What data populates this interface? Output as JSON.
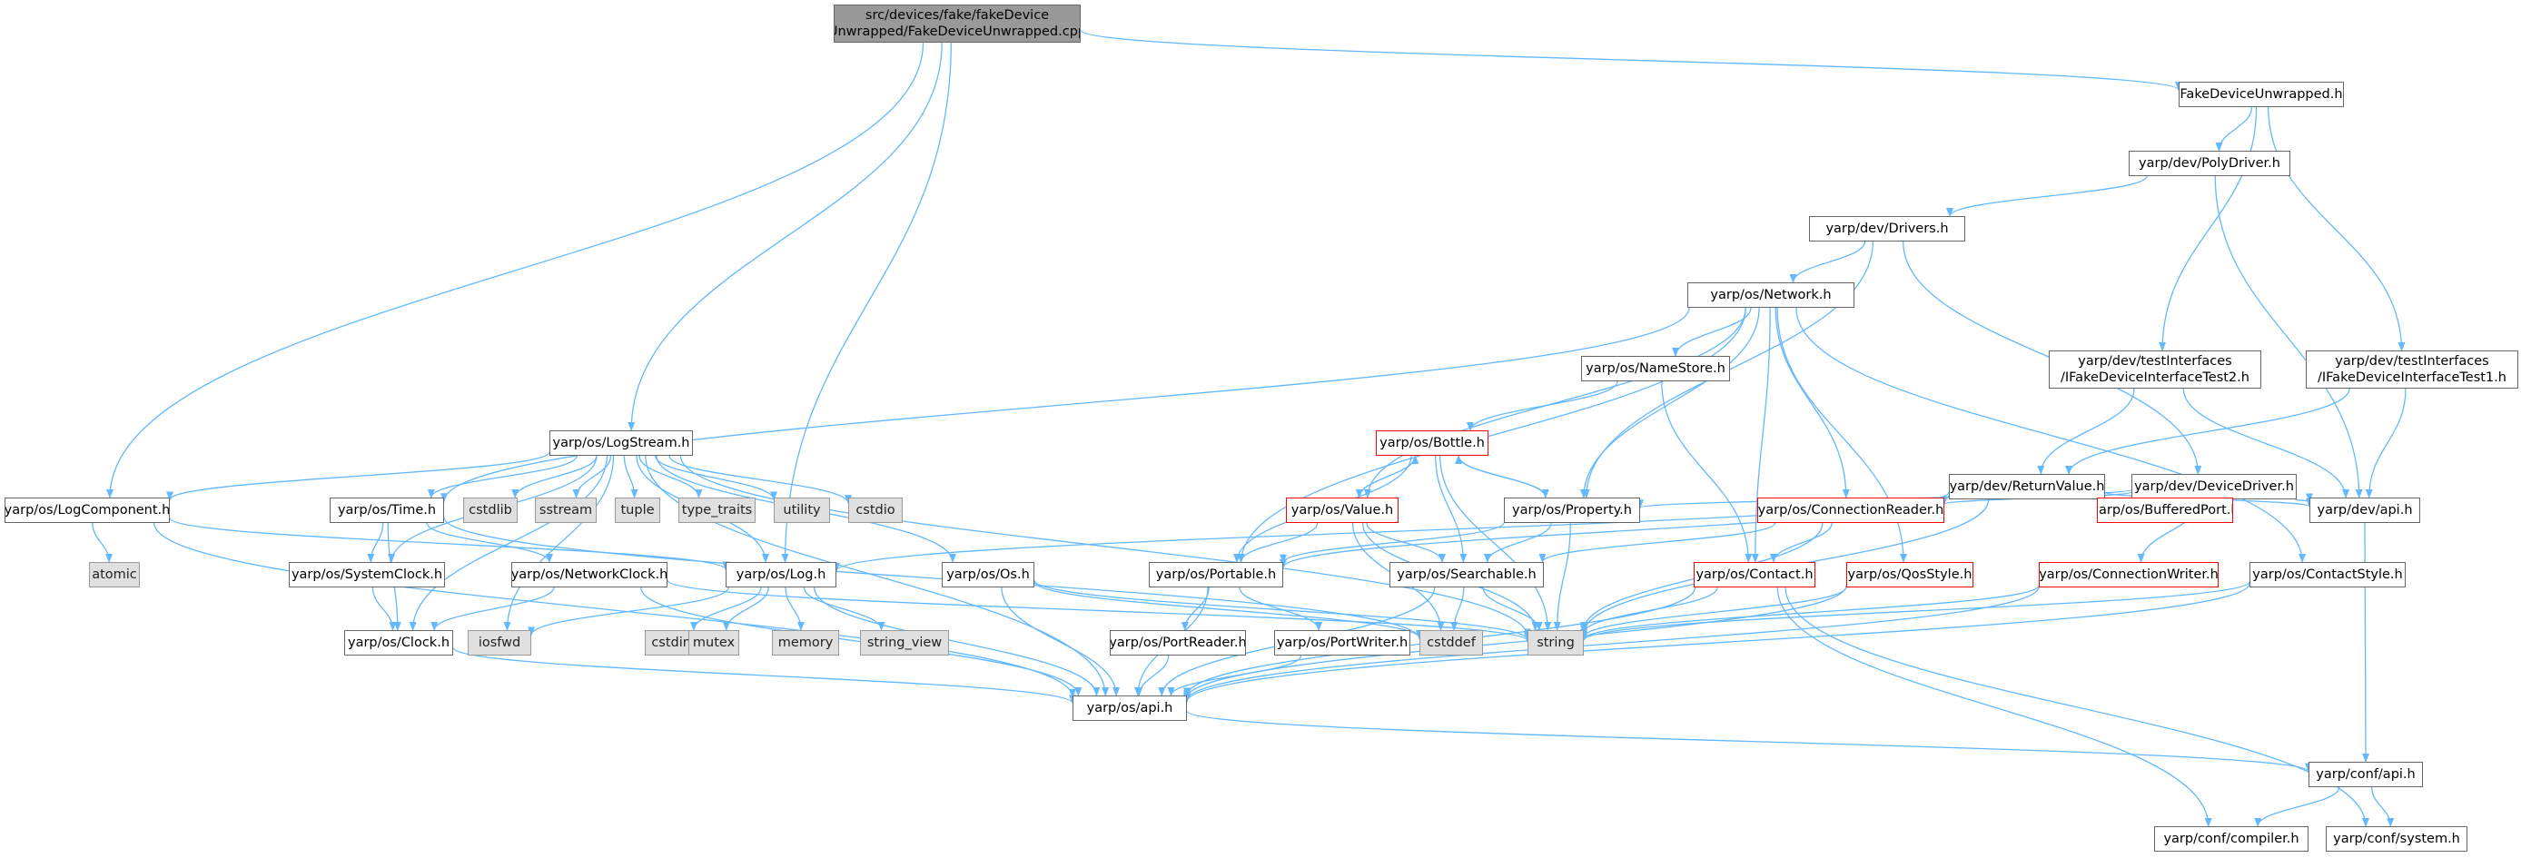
{
  "graph": {
    "edge_color": "#63b8ff",
    "root_fill": "#999999",
    "system_fill": "#e0e0e0",
    "warning_border": "#ff0000",
    "nodes": [
      {
        "id": "root",
        "lines": [
          "src/devices/fake/fakeDevice",
          "Unwrapped/FakeDeviceUnwrapped.cpp"
        ],
        "kind": "root"
      },
      {
        "id": "fdu",
        "lines": [
          "FakeDeviceUnwrapped.h"
        ],
        "kind": "file"
      },
      {
        "id": "polydriver",
        "lines": [
          "yarp/dev/PolyDriver.h"
        ],
        "kind": "file"
      },
      {
        "id": "drivers",
        "lines": [
          "yarp/dev/Drivers.h"
        ],
        "kind": "file"
      },
      {
        "id": "network",
        "lines": [
          "yarp/os/Network.h"
        ],
        "kind": "file"
      },
      {
        "id": "test2",
        "lines": [
          "yarp/dev/testInterfaces",
          "/IFakeDeviceInterfaceTest2.h"
        ],
        "kind": "file"
      },
      {
        "id": "test1",
        "lines": [
          "yarp/dev/testInterfaces",
          "/IFakeDeviceInterfaceTest1.h"
        ],
        "kind": "file"
      },
      {
        "id": "namestore",
        "lines": [
          "yarp/os/NameStore.h"
        ],
        "kind": "file"
      },
      {
        "id": "logstream",
        "lines": [
          "yarp/os/LogStream.h"
        ],
        "kind": "file"
      },
      {
        "id": "bottle",
        "lines": [
          "yarp/os/Bottle.h"
        ],
        "kind": "red"
      },
      {
        "id": "returnvalue",
        "lines": [
          "yarp/dev/ReturnValue.h"
        ],
        "kind": "file"
      },
      {
        "id": "devicedriver",
        "lines": [
          "yarp/dev/DeviceDriver.h"
        ],
        "kind": "file"
      },
      {
        "id": "logcomponent",
        "lines": [
          "yarp/os/LogComponent.h"
        ],
        "kind": "file"
      },
      {
        "id": "time",
        "lines": [
          "yarp/os/Time.h"
        ],
        "kind": "file"
      },
      {
        "id": "cstdlib",
        "lines": [
          "cstdlib"
        ],
        "kind": "sys"
      },
      {
        "id": "sstream",
        "lines": [
          "sstream"
        ],
        "kind": "sys"
      },
      {
        "id": "tuple",
        "lines": [
          "tuple"
        ],
        "kind": "sys"
      },
      {
        "id": "type_traits",
        "lines": [
          "type_traits"
        ],
        "kind": "sys"
      },
      {
        "id": "utility",
        "lines": [
          "utility"
        ],
        "kind": "sys"
      },
      {
        "id": "cstdio",
        "lines": [
          "cstdio"
        ],
        "kind": "sys"
      },
      {
        "id": "value",
        "lines": [
          "yarp/os/Value.h"
        ],
        "kind": "red"
      },
      {
        "id": "property",
        "lines": [
          "yarp/os/Property.h"
        ],
        "kind": "file"
      },
      {
        "id": "connreader",
        "lines": [
          "yarp/os/ConnectionReader.h"
        ],
        "kind": "red"
      },
      {
        "id": "bufferedport",
        "lines": [
          "yarp/os/BufferedPort.h"
        ],
        "kind": "red"
      },
      {
        "id": "devapi",
        "lines": [
          "yarp/dev/api.h"
        ],
        "kind": "file"
      },
      {
        "id": "atomic",
        "lines": [
          "atomic"
        ],
        "kind": "sys"
      },
      {
        "id": "systemclock",
        "lines": [
          "yarp/os/SystemClock.h"
        ],
        "kind": "file"
      },
      {
        "id": "networkclock",
        "lines": [
          "yarp/os/NetworkClock.h"
        ],
        "kind": "file"
      },
      {
        "id": "log",
        "lines": [
          "yarp/os/Log.h"
        ],
        "kind": "file"
      },
      {
        "id": "os",
        "lines": [
          "yarp/os/Os.h"
        ],
        "kind": "file"
      },
      {
        "id": "portable",
        "lines": [
          "yarp/os/Portable.h"
        ],
        "kind": "file"
      },
      {
        "id": "searchable",
        "lines": [
          "yarp/os/Searchable.h"
        ],
        "kind": "file"
      },
      {
        "id": "contact",
        "lines": [
          "yarp/os/Contact.h"
        ],
        "kind": "red"
      },
      {
        "id": "qosstyle",
        "lines": [
          "yarp/os/QosStyle.h"
        ],
        "kind": "red"
      },
      {
        "id": "connwriter",
        "lines": [
          "yarp/os/ConnectionWriter.h"
        ],
        "kind": "red"
      },
      {
        "id": "contactstyle",
        "lines": [
          "yarp/os/ContactStyle.h"
        ],
        "kind": "file"
      },
      {
        "id": "clock",
        "lines": [
          "yarp/os/Clock.h"
        ],
        "kind": "file"
      },
      {
        "id": "iosfwd",
        "lines": [
          "iosfwd"
        ],
        "kind": "sys"
      },
      {
        "id": "cstdint",
        "lines": [
          "cstdint"
        ],
        "kind": "sys"
      },
      {
        "id": "mutex",
        "lines": [
          "mutex"
        ],
        "kind": "sys"
      },
      {
        "id": "memory",
        "lines": [
          "memory"
        ],
        "kind": "sys"
      },
      {
        "id": "string_view",
        "lines": [
          "string_view"
        ],
        "kind": "sys"
      },
      {
        "id": "portreader",
        "lines": [
          "yarp/os/PortReader.h"
        ],
        "kind": "file"
      },
      {
        "id": "portwriter",
        "lines": [
          "yarp/os/PortWriter.h"
        ],
        "kind": "file"
      },
      {
        "id": "cstddef",
        "lines": [
          "cstddef"
        ],
        "kind": "sys"
      },
      {
        "id": "string",
        "lines": [
          "string"
        ],
        "kind": "sys"
      },
      {
        "id": "osapi",
        "lines": [
          "yarp/os/api.h"
        ],
        "kind": "file"
      },
      {
        "id": "confapi",
        "lines": [
          "yarp/conf/api.h"
        ],
        "kind": "file"
      },
      {
        "id": "compiler",
        "lines": [
          "yarp/conf/compiler.h"
        ],
        "kind": "file"
      },
      {
        "id": "system",
        "lines": [
          "yarp/conf/system.h"
        ],
        "kind": "file"
      }
    ],
    "edges": [
      [
        "root",
        "fdu"
      ],
      [
        "root",
        "logstream"
      ],
      [
        "root",
        "log"
      ],
      [
        "root",
        "logcomponent"
      ],
      [
        "fdu",
        "polydriver"
      ],
      [
        "fdu",
        "test2"
      ],
      [
        "fdu",
        "test1"
      ],
      [
        "polydriver",
        "drivers"
      ],
      [
        "polydriver",
        "devapi"
      ],
      [
        "drivers",
        "network"
      ],
      [
        "drivers",
        "property"
      ],
      [
        "drivers",
        "devicedriver"
      ],
      [
        "network",
        "namestore"
      ],
      [
        "network",
        "time"
      ],
      [
        "network",
        "portable"
      ],
      [
        "network",
        "value"
      ],
      [
        "network",
        "property"
      ],
      [
        "network",
        "contact"
      ],
      [
        "network",
        "qosstyle"
      ],
      [
        "network",
        "contactstyle"
      ],
      [
        "network",
        "connreader"
      ],
      [
        "namestore",
        "bottle"
      ],
      [
        "namestore",
        "contact"
      ],
      [
        "test2",
        "returnvalue"
      ],
      [
        "test2",
        "devapi"
      ],
      [
        "test1",
        "returnvalue"
      ],
      [
        "test1",
        "devapi"
      ],
      [
        "returnvalue",
        "log"
      ],
      [
        "returnvalue",
        "portable"
      ],
      [
        "returnvalue",
        "devapi"
      ],
      [
        "returnvalue",
        "string"
      ],
      [
        "devicedriver",
        "property"
      ],
      [
        "devicedriver",
        "connreader"
      ],
      [
        "devicedriver",
        "bufferedport"
      ],
      [
        "devicedriver",
        "connwriter"
      ],
      [
        "devicedriver",
        "devapi"
      ],
      [
        "logstream",
        "logcomponent"
      ],
      [
        "logstream",
        "time"
      ],
      [
        "logstream",
        "cstdlib"
      ],
      [
        "logstream",
        "sstream"
      ],
      [
        "logstream",
        "tuple"
      ],
      [
        "logstream",
        "type_traits"
      ],
      [
        "logstream",
        "utility"
      ],
      [
        "logstream",
        "cstdio"
      ],
      [
        "logstream",
        "log"
      ],
      [
        "logstream",
        "os"
      ],
      [
        "logstream",
        "systemclock"
      ],
      [
        "logstream",
        "clock"
      ],
      [
        "logstream",
        "iosfwd"
      ],
      [
        "logstream",
        "string"
      ],
      [
        "logstream",
        "osapi"
      ],
      [
        "bottle",
        "value"
      ],
      [
        "bottle",
        "property"
      ],
      [
        "bottle",
        "portable"
      ],
      [
        "bottle",
        "searchable"
      ],
      [
        "bottle",
        "string"
      ],
      [
        "value",
        "bottle"
      ],
      [
        "value",
        "portable"
      ],
      [
        "value",
        "searchable"
      ],
      [
        "value",
        "string"
      ],
      [
        "value",
        "cstddef"
      ],
      [
        "property",
        "bottle"
      ],
      [
        "property",
        "portable"
      ],
      [
        "property",
        "searchable"
      ],
      [
        "property",
        "string"
      ],
      [
        "connreader",
        "contact"
      ],
      [
        "connreader",
        "searchable"
      ],
      [
        "connreader",
        "string"
      ],
      [
        "devapi",
        "confapi"
      ],
      [
        "logcomponent",
        "atomic"
      ],
      [
        "logcomponent",
        "log"
      ],
      [
        "logcomponent",
        "osapi"
      ],
      [
        "time",
        "systemclock"
      ],
      [
        "time",
        "networkclock"
      ],
      [
        "time",
        "clock"
      ],
      [
        "time",
        "cstddef"
      ],
      [
        "systemclock",
        "clock"
      ],
      [
        "networkclock",
        "clock"
      ],
      [
        "networkclock",
        "osapi"
      ],
      [
        "networkclock",
        "string"
      ],
      [
        "log",
        "iosfwd"
      ],
      [
        "log",
        "cstdint"
      ],
      [
        "log",
        "mutex"
      ],
      [
        "log",
        "memory"
      ],
      [
        "log",
        "string_view"
      ],
      [
        "log",
        "osapi"
      ],
      [
        "os",
        "cstddef"
      ],
      [
        "os",
        "string"
      ],
      [
        "os",
        "osapi"
      ],
      [
        "portable",
        "portreader"
      ],
      [
        "portable",
        "portwriter"
      ],
      [
        "portable",
        "osapi"
      ],
      [
        "searchable",
        "cstddef"
      ],
      [
        "searchable",
        "string"
      ],
      [
        "searchable",
        "osapi"
      ],
      [
        "contact",
        "string"
      ],
      [
        "contact",
        "osapi"
      ],
      [
        "contact",
        "compiler"
      ],
      [
        "contact",
        "system"
      ],
      [
        "qosstyle",
        "string"
      ],
      [
        "qosstyle",
        "osapi"
      ],
      [
        "connwriter",
        "string"
      ],
      [
        "connwriter",
        "osapi"
      ],
      [
        "contactstyle",
        "string"
      ],
      [
        "contactstyle",
        "osapi"
      ],
      [
        "clock",
        "osapi"
      ],
      [
        "portreader",
        "osapi"
      ],
      [
        "portwriter",
        "osapi"
      ],
      [
        "osapi",
        "confapi"
      ],
      [
        "confapi",
        "compiler"
      ],
      [
        "confapi",
        "system"
      ]
    ]
  }
}
